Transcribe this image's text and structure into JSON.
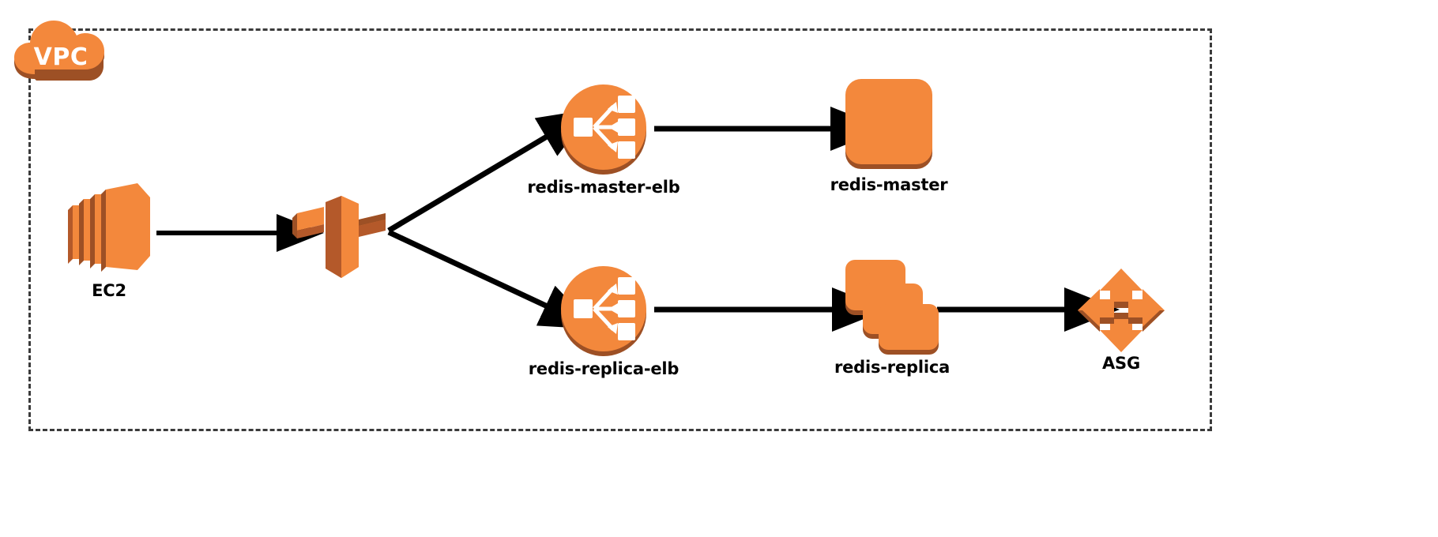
{
  "diagram": {
    "title": "VPC",
    "boundary": {
      "label": "VPC",
      "style": "dashed",
      "icon": "vpc-cloud-icon"
    },
    "colors": {
      "aws_orange": "#F3883C",
      "aws_orange_dark": "#9D5025",
      "aws_orange_mid": "#B4592A",
      "edge": "#000000",
      "boundary": "#3B3B3B",
      "label_text": "#000000"
    },
    "nodes": [
      {
        "id": "ec2",
        "label": "EC2",
        "icon": "ec2-instances-icon",
        "shape": "stacked-3d-blocks"
      },
      {
        "id": "elb",
        "label": "",
        "icon": "elastic-load-balancer-icon",
        "shape": "3d-cross"
      },
      {
        "id": "redis-master-elb",
        "label": "redis-master-elb",
        "icon": "load-balancer-circle-icon",
        "shape": "circle"
      },
      {
        "id": "redis-master",
        "label": "redis-master",
        "icon": "instance-icon",
        "shape": "rounded-square"
      },
      {
        "id": "redis-replica-elb",
        "label": "redis-replica-elb",
        "icon": "load-balancer-circle-icon",
        "shape": "circle"
      },
      {
        "id": "redis-replica",
        "label": "redis-replica",
        "icon": "instance-stack-icon",
        "shape": "stacked-rounded-squares"
      },
      {
        "id": "asg",
        "label": "ASG",
        "icon": "auto-scaling-group-icon",
        "shape": "four-arrows"
      }
    ],
    "edges": [
      {
        "from": "ec2",
        "to": "elb"
      },
      {
        "from": "elb",
        "to": "redis-master-elb"
      },
      {
        "from": "elb",
        "to": "redis-replica-elb"
      },
      {
        "from": "redis-master-elb",
        "to": "redis-master"
      },
      {
        "from": "redis-replica-elb",
        "to": "redis-replica"
      },
      {
        "from": "redis-replica",
        "to": "asg"
      }
    ]
  }
}
